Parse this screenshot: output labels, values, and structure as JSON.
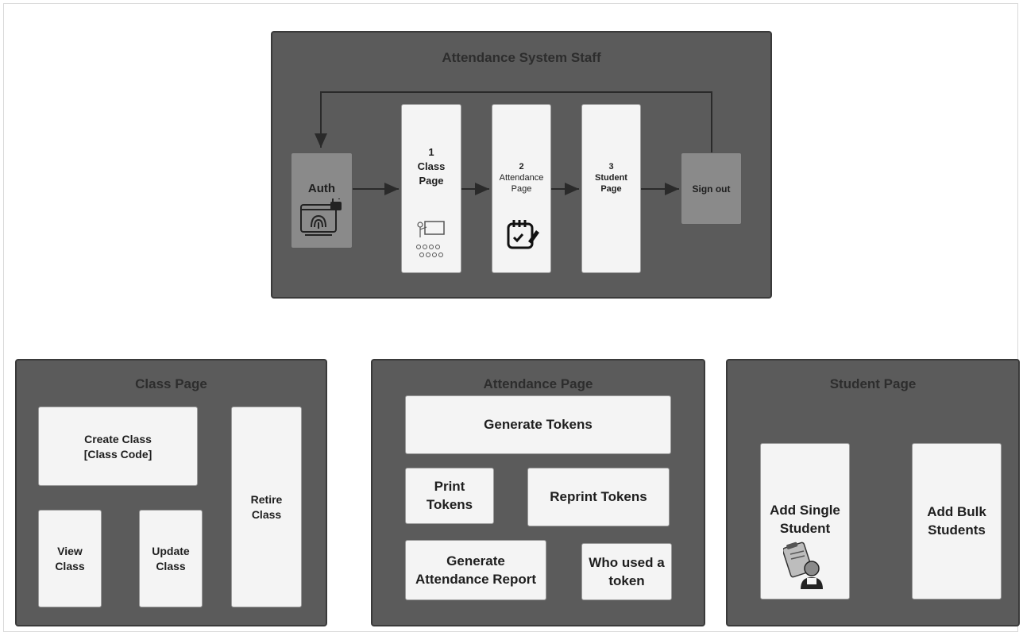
{
  "staff": {
    "title": "Attendance System Staff",
    "auth": "Auth",
    "class_step": {
      "number": "1",
      "line1": "Class",
      "line2": "Page"
    },
    "attendance_step": {
      "number": "2",
      "line1": "Attendance",
      "line2": "Page"
    },
    "student_step": {
      "number": "3",
      "line1": "Student",
      "line2": "Page"
    },
    "signout": "Sign out"
  },
  "class_page": {
    "title": "Class Page",
    "create_line1": "Create Class",
    "create_line2": "[Class Code]",
    "view_line1": "View",
    "view_line2": "Class",
    "update_line1": "Update",
    "update_line2": "Class",
    "retire_line1": "Retire",
    "retire_line2": "Class"
  },
  "attendance_page": {
    "title": "Attendance Page",
    "generate_tokens": "Generate Tokens",
    "print_line1": "Print",
    "print_line2": "Tokens",
    "reprint_tokens": "Reprint Tokens",
    "report_line1": "Generate",
    "report_line2": "Attendance Report",
    "who_line1": "Who used a",
    "who_line2": "token"
  },
  "student_page": {
    "title": "Student Page",
    "single_line1": "Add Single",
    "single_line2": "Student",
    "bulk_line1": "Add Bulk",
    "bulk_line2": "Students"
  }
}
